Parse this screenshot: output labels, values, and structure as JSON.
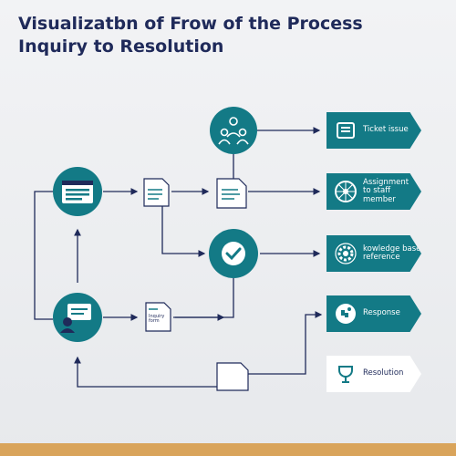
{
  "title": {
    "line1": "Visualizatbn of  Frow of the Process",
    "line2": "Inquiry to Resolution"
  },
  "tags": [
    {
      "label": "Ticket issue",
      "icon": "ticket-icon"
    },
    {
      "label": "Assignment\nto staff\nmember",
      "icon": "staff-wheel-icon"
    },
    {
      "label": "kowledge base\nreference",
      "icon": "gear-icon"
    },
    {
      "label": "Response",
      "icon": "puzzle-icon"
    },
    {
      "label": "Resolution",
      "icon": "trophy-icon"
    }
  ],
  "doc_small_label": "Inquiry\nform",
  "colors": {
    "teal": "#137a86",
    "navy": "#1f2a5a",
    "background": "#eceef1",
    "accent_bar": "#d9a45b"
  }
}
